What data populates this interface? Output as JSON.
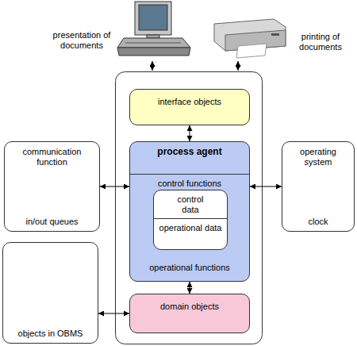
{
  "diagram": {
    "nodes": [
      {
        "text": [
          "communication function",
          "in/out queues"
        ]
      },
      {
        "text": [
          "operating system",
          "clock"
        ]
      },
      {
        "text": [
          "objects in OBMS"
        ]
      },
      {
        "text": [
          "interface objects"
        ]
      },
      {
        "text": [
          "process agent",
          "control functions",
          "operational functions"
        ]
      },
      {
        "text": [
          "control data",
          "operational data"
        ],
        "in": 4
      },
      {
        "text": [
          "domain objects"
        ]
      }
    ],
    "edges": [
      {
        "from": 3,
        "to": 4,
        "arrow": "both"
      },
      {
        "from": 4,
        "to": 6,
        "arrow": "both"
      },
      {
        "from": 0,
        "to": 4,
        "arrow": "both"
      },
      {
        "from": 4,
        "to": 1,
        "arrow": "both"
      },
      {
        "from": 2,
        "to": 6,
        "arrow": "both"
      }
    ],
    "labels": [
      "presentation of documents",
      "printing of documents"
    ]
  }
}
